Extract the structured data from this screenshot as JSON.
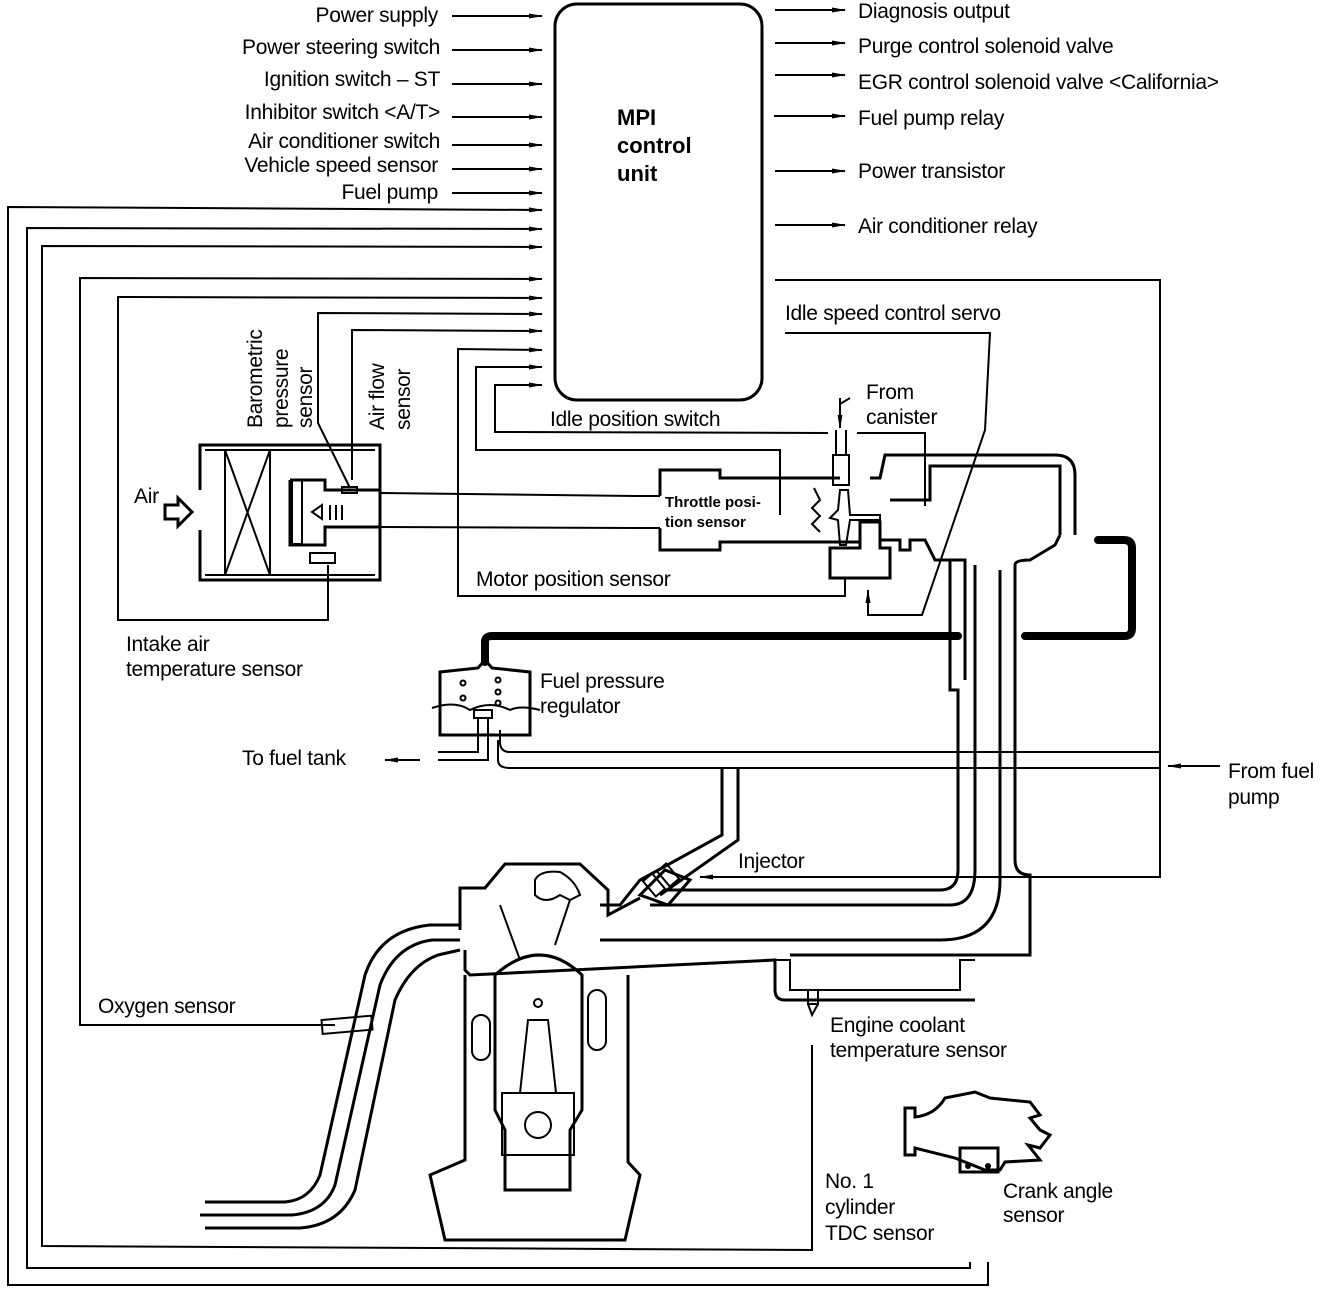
{
  "diagram": {
    "title": "MPI control system diagram",
    "control_unit": {
      "line1": "MPI",
      "line2": "control",
      "line3": "unit"
    },
    "inputs": [
      {
        "label": "Power supply"
      },
      {
        "label": "Power steering switch"
      },
      {
        "label": "Ignition switch – ST"
      },
      {
        "label": "Inhibitor switch <A/T>"
      },
      {
        "label": "Air conditioner switch"
      },
      {
        "label": "Vehicle speed sensor"
      },
      {
        "label": "Fuel pump"
      }
    ],
    "outputs": [
      {
        "label": "Diagnosis output"
      },
      {
        "label": "Purge control solenoid valve"
      },
      {
        "label": "EGR control solenoid valve <California>"
      },
      {
        "label": "Fuel pump relay"
      },
      {
        "label": "Power transistor"
      },
      {
        "label": "Air conditioner relay"
      }
    ],
    "components": {
      "barometric": {
        "line1": "Barometric",
        "line2": "pressure",
        "line3": "sensor"
      },
      "airflow": {
        "line1": "Air flow",
        "line2": "sensor"
      },
      "air": "Air",
      "intake_temp": {
        "line1": "Intake air",
        "line2": "temperature sensor"
      },
      "idle_position": "Idle position switch",
      "idle_speed_servo": "Idle speed control servo",
      "from_canister": {
        "line1": "From",
        "line2": "canister"
      },
      "throttle_position": {
        "line1": "Throttle posi-",
        "line2": "tion sensor"
      },
      "motor_position": "Motor position sensor",
      "fuel_pressure_regulator": {
        "line1": "Fuel pressure",
        "line2": "regulator"
      },
      "to_fuel_tank": "To fuel tank",
      "from_fuel_pump": {
        "line1": "From fuel",
        "line2": "pump"
      },
      "injector": "Injector",
      "oxygen_sensor": "Oxygen sensor",
      "coolant_sensor": {
        "line1": "Engine coolant",
        "line2": "temperature sensor"
      },
      "tdc_sensor": {
        "line1": "No. 1",
        "line2": "cylinder",
        "line3": "TDC sensor"
      },
      "crank_angle": {
        "line1": "Crank angle",
        "line2": "sensor"
      }
    }
  }
}
